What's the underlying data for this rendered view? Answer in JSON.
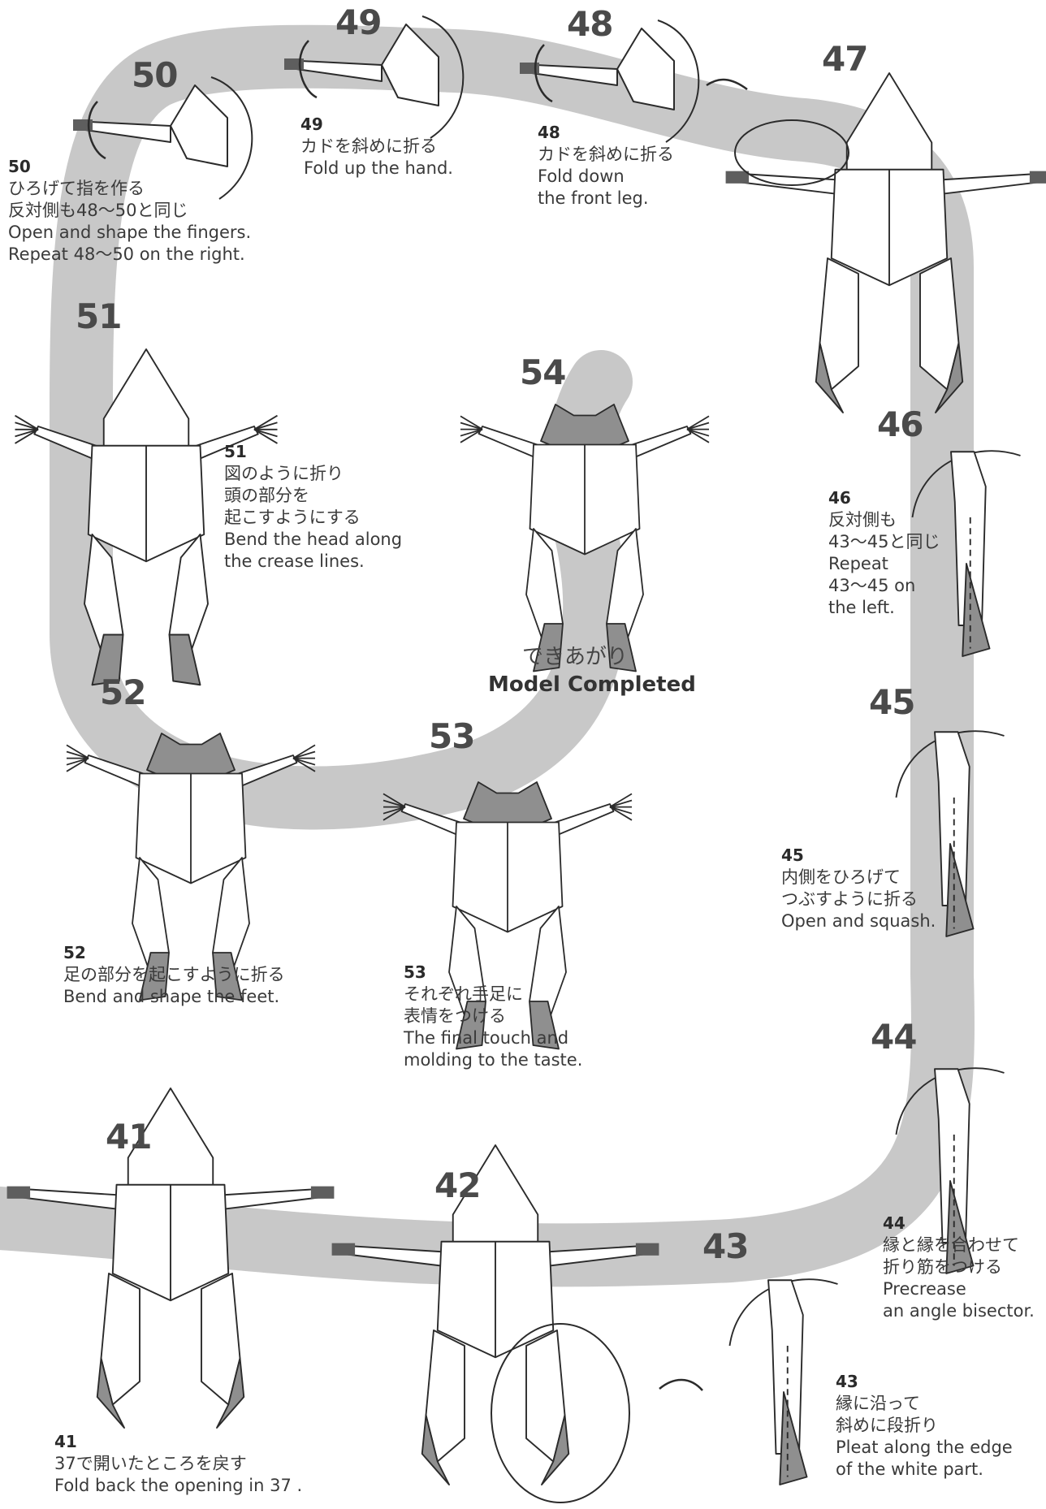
{
  "steps": [
    {
      "n": "41",
      "ja": [
        "37で開いたところを戻す"
      ],
      "en": [
        "Fold back the opening in 37 ."
      ]
    },
    {
      "n": "42",
      "ja": [],
      "en": []
    },
    {
      "n": "43",
      "ja": [
        "縁に沿って",
        "斜めに段折り"
      ],
      "en": [
        "Pleat along the edge",
        "of the white part."
      ]
    },
    {
      "n": "44",
      "ja": [
        "縁と縁を合わせて",
        "折り筋をつける"
      ],
      "en": [
        "Precrease",
        "an angle bisector."
      ]
    },
    {
      "n": "45",
      "ja": [
        "内側をひろげて",
        "つぶすように折る"
      ],
      "en": [
        "Open and squash."
      ]
    },
    {
      "n": "46",
      "ja": [
        "反対側も",
        "43〜45と同じ"
      ],
      "en": [
        "Repeat",
        "43〜45 on",
        "the left."
      ]
    },
    {
      "n": "47",
      "ja": [],
      "en": []
    },
    {
      "n": "48",
      "ja": [
        "カドを斜めに折る"
      ],
      "en": [
        "Fold down",
        "the front leg."
      ]
    },
    {
      "n": "49",
      "ja": [
        "カドを斜めに折る"
      ],
      "en": [
        "Fold up the hand."
      ]
    },
    {
      "n": "50",
      "ja": [
        "ひろげて指を作る",
        "反対側も48〜50と同じ"
      ],
      "en": [
        "Open and shape the fingers.",
        "Repeat 48〜50 on the right."
      ]
    },
    {
      "n": "51",
      "ja": [
        "図のように折り",
        "頭の部分を",
        "起こすようにする"
      ],
      "en": [
        "Bend the head along",
        "the crease lines."
      ]
    },
    {
      "n": "52",
      "ja": [
        "足の部分を起こすように折る"
      ],
      "en": [
        "Bend and shape the feet."
      ]
    },
    {
      "n": "53",
      "ja": [
        "それぞれ手足に",
        "表情をつける"
      ],
      "en": [
        "The final touch and",
        "molding to the taste."
      ]
    },
    {
      "n": "54",
      "ja": [],
      "en": []
    }
  ],
  "completed": {
    "ja": "できあがり",
    "en": "Model Completed"
  },
  "colors": {
    "path": "#c8c8c8",
    "paper_white": "#ffffff",
    "paper_color": "#8f8f8f",
    "paper_dark": "#5e5e5e",
    "line": "#2b2b2b"
  }
}
